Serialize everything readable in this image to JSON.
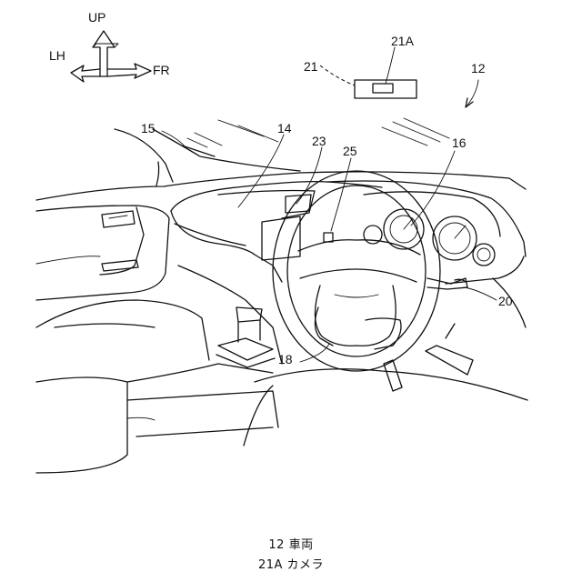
{
  "directions": {
    "up": "UP",
    "lh": "LH",
    "fr": "FR"
  },
  "labels": {
    "l12": "12",
    "l14": "14",
    "l15": "15",
    "l16": "16",
    "l18": "18",
    "l20": "20",
    "l21": "21",
    "l21a": "21A",
    "l23": "23",
    "l25": "25"
  },
  "legend": [
    "12  車両",
    "21A  カメラ"
  ]
}
